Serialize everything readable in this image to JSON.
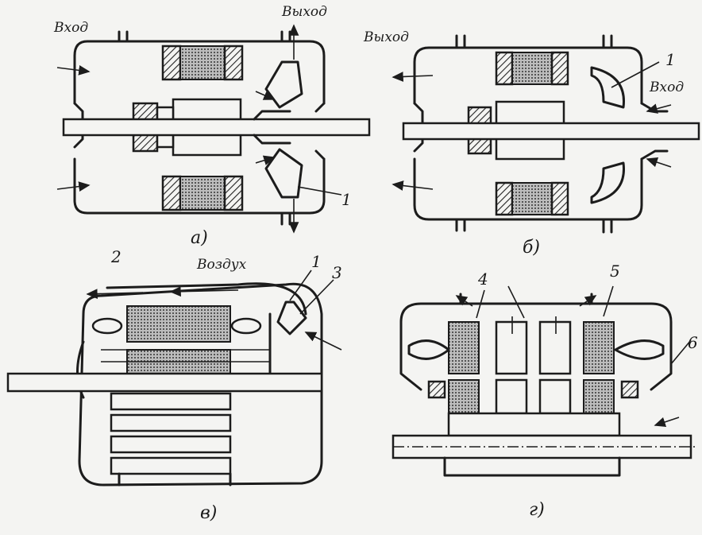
{
  "panels": {
    "a": {
      "caption": "а)",
      "inlet_label": "Вход",
      "outlet_label": "Выход",
      "callout": "1"
    },
    "b": {
      "caption": "б)",
      "inlet_label": "Вход",
      "outlet_label": "Выход",
      "callout": "1"
    },
    "v": {
      "caption": "в)",
      "air_label": "Воздух",
      "callouts": [
        "2",
        "1",
        "3"
      ]
    },
    "g": {
      "caption": "г)",
      "callouts": [
        "4",
        "5",
        "6"
      ]
    }
  }
}
